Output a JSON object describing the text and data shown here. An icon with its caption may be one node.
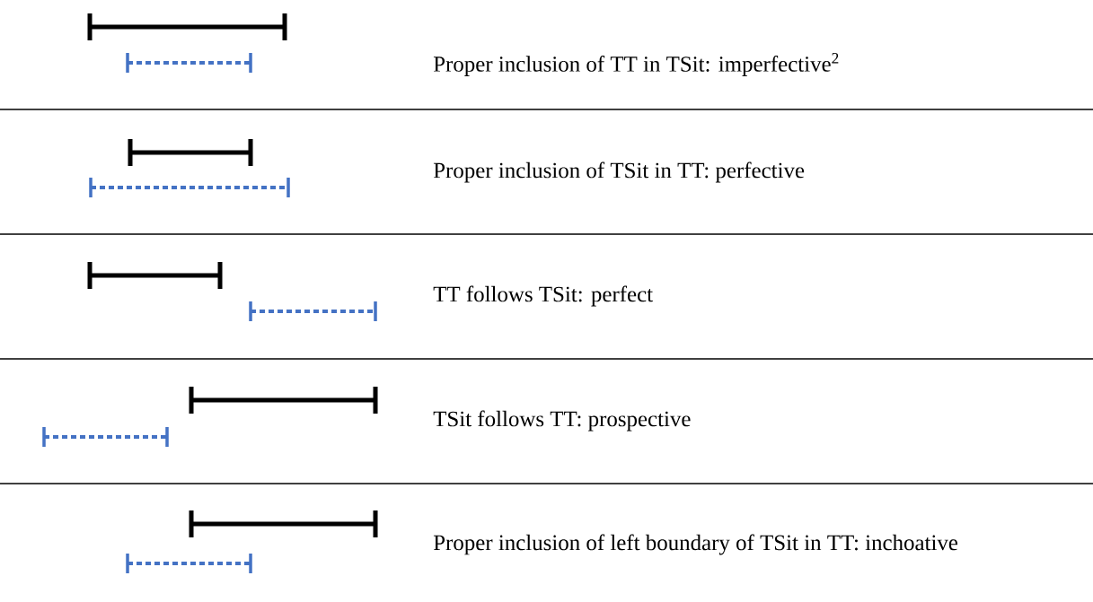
{
  "diagram": {
    "labels": [
      "Proper inclusion of TT in TSit: imperfective$^{2}$",
      "Proper inclusion of TSit in TT: perfective",
      "TT follows TSit: perfect",
      "TSit follows TT: prospective",
      "Proper inclusion of left boundary of TSit in TT: inchoative"
    ]
  }
}
